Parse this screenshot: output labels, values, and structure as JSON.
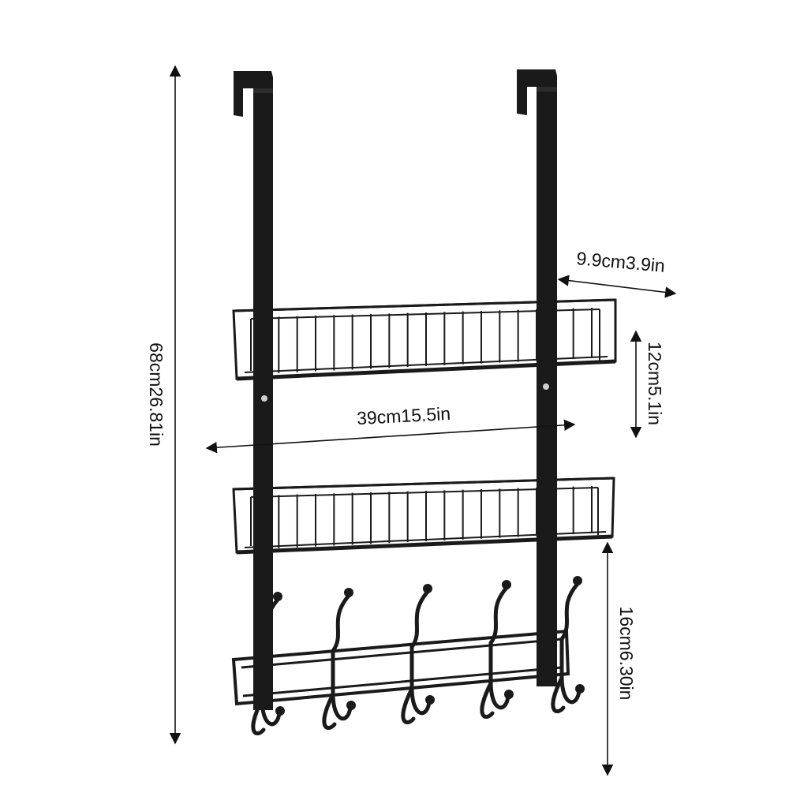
{
  "image": {
    "subject": "over-the-door hanging organizer",
    "colors": {
      "background": "#ffffff",
      "metal": "#1a1a1a",
      "annotation": "#111111"
    }
  },
  "dimensions": {
    "height": "68cm26.81in",
    "depth": "9.9cm3.9in",
    "basket_height": "12cm5.1in",
    "width": "39cm15.5in",
    "hook_height": "16cm6.30in"
  }
}
